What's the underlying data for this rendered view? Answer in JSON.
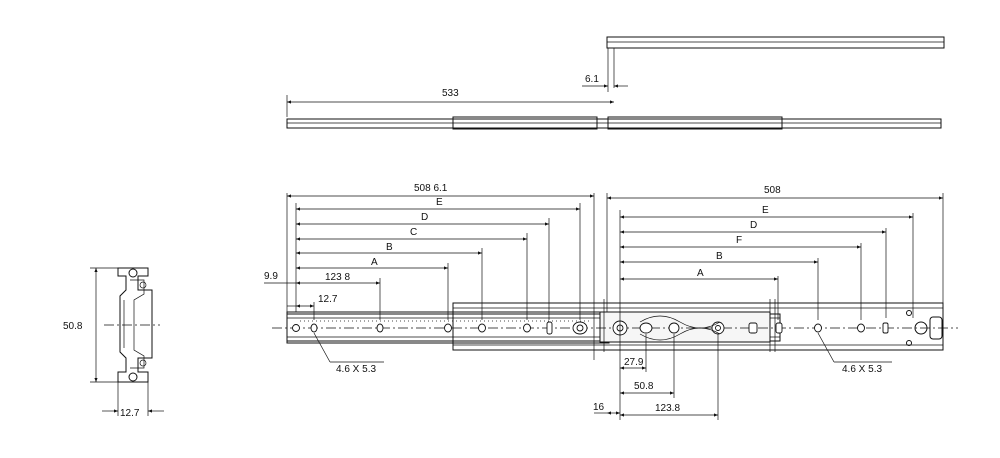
{
  "drawing": {
    "top_view": {
      "dim_total": "533",
      "dim_offset": "6.1"
    },
    "side_view": {
      "dim_height": "50.8",
      "dim_width": "12.7"
    },
    "front_view": {
      "left": {
        "dim_total": "508  6.1",
        "E": "E",
        "D": "D",
        "C": "C",
        "B": "B",
        "A": "A",
        "dim_123_8": "123 8",
        "dim_9_9": "9.9",
        "dim_12_7": "12.7",
        "hole_spec": "4.6 X 5.3"
      },
      "right": {
        "dim_total": "508",
        "E": "E",
        "D": "D",
        "F": "F",
        "B": "B",
        "A": "A",
        "dim_27_9": "27.9",
        "dim_50_8": "50.8",
        "dim_16": "16",
        "dim_123_8": "123.8",
        "hole_spec": "4.6 X 5.3"
      }
    }
  }
}
